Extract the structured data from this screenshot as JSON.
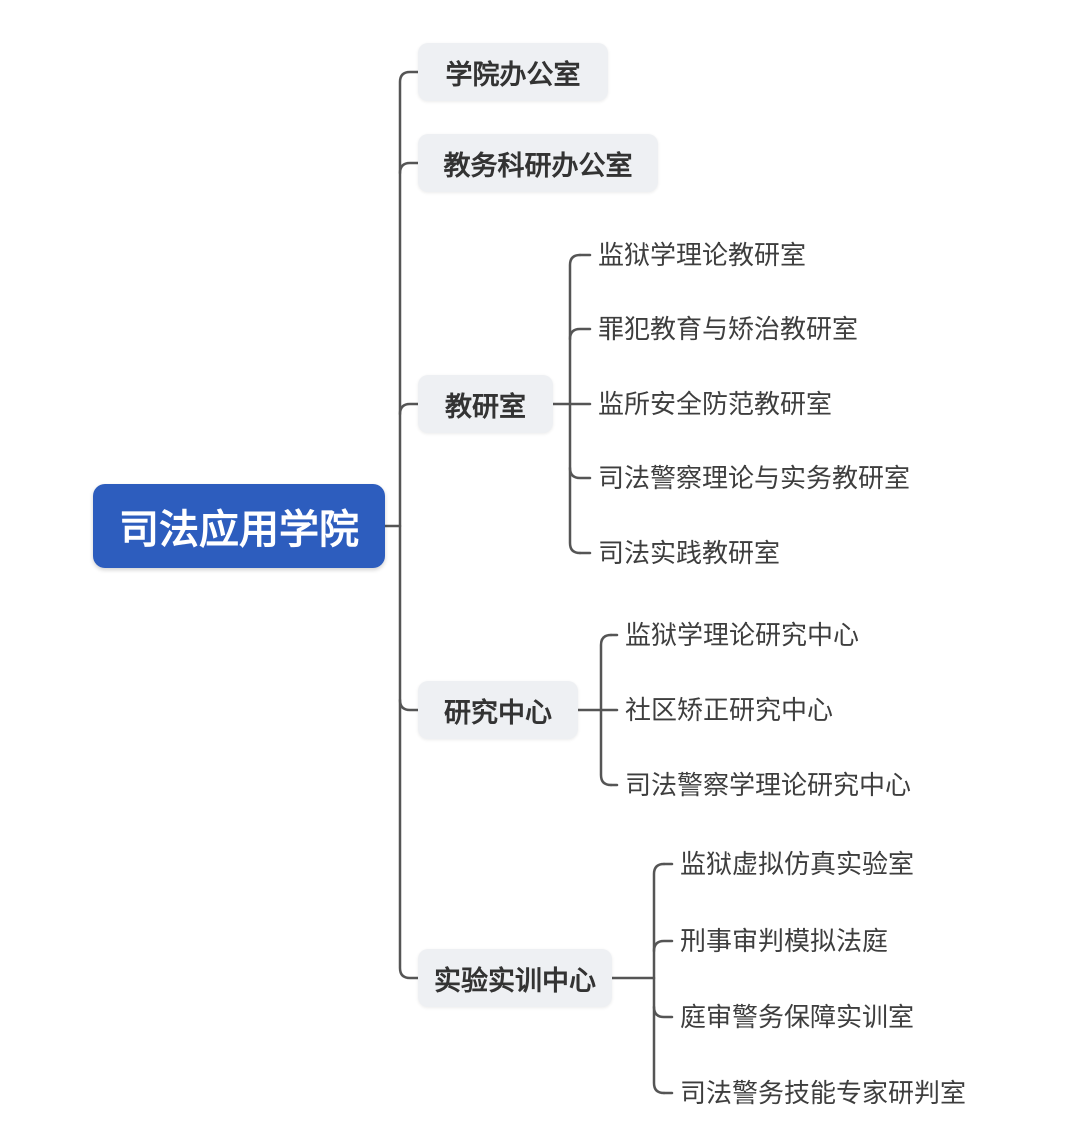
{
  "diagram": {
    "type": "mindmap-org-structure",
    "root": {
      "label": "司法应用学院"
    },
    "branches": [
      {
        "label": "学院办公室",
        "children": []
      },
      {
        "label": "教务科研办公室",
        "children": []
      },
      {
        "label": "教研室",
        "children": [
          "监狱学理论教研室",
          "罪犯教育与矫治教研室",
          "监所安全防范教研室",
          "司法警察理论与实务教研室",
          "司法实践教研室"
        ]
      },
      {
        "label": "研究中心",
        "children": [
          "监狱学理论研究中心",
          "社区矫正研究中心",
          "司法警察学理论研究中心"
        ]
      },
      {
        "label": "实验实训中心",
        "children": [
          "监狱虚拟仿真实验室",
          "刑事审判模拟法庭",
          "庭审警务保障实训室",
          "司法警务技能专家研判室"
        ]
      }
    ]
  },
  "colors": {
    "canvas_bg": "#ffffff",
    "root_bg": "#2d5dbe",
    "root_text": "#ffffff",
    "branch_bg": "#eef0f3",
    "branch_text": "#333333",
    "leaf_text": "#3e3e3e",
    "connector": "#555555"
  }
}
